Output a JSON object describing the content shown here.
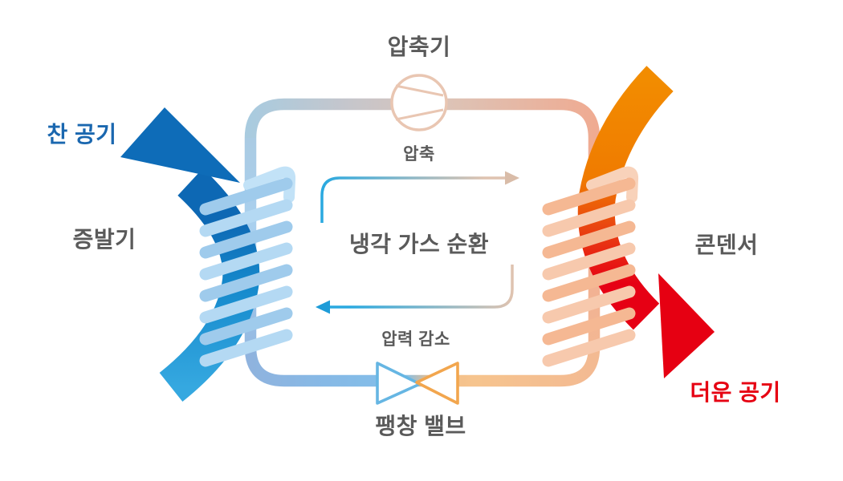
{
  "diagram": {
    "labels": {
      "compressor": "압축기",
      "compression": "압축",
      "center": "냉각 가스 순환",
      "pressure_drop": "압력 감소",
      "expansion_valve": "팽창 밸브",
      "evaporator": "증발기",
      "condenser": "콘덴서",
      "cold_air": "찬 공기",
      "hot_air": "더운 공기"
    },
    "icons": {
      "compressor": "compressor-circle-icon",
      "expansion_valve": "bowtie-valve-icon",
      "cold_air": "cold-air-arrow-icon",
      "hot_air": "hot-air-arrow-icon",
      "evaporator": "evaporator-coil-icon",
      "condenser": "condenser-coil-icon"
    },
    "colors": {
      "cold_air_text": "#1a67af",
      "hot_air_text": "#e60012",
      "label_text": "#5a5a5a",
      "cold_arrow_head": "#0e6cb8",
      "cold_arrow_tail": "#35a8e0",
      "hot_arrow_tail": "#f28c00",
      "hot_arrow_head": "#e60012",
      "evaporator_coil": "#a6cfee",
      "condenser_coil": "#f5b893",
      "valve_left_stroke": "#66b6e3",
      "valve_right_stroke": "#f2a64e",
      "compressor_stroke": "#e9c6b2",
      "pipe_blue": "#a9d0ef",
      "pipe_peach": "#f2ae94",
      "flow_arrow_blue": "#2aa9e0",
      "flow_arrow_tan": "#d9bca8"
    }
  }
}
